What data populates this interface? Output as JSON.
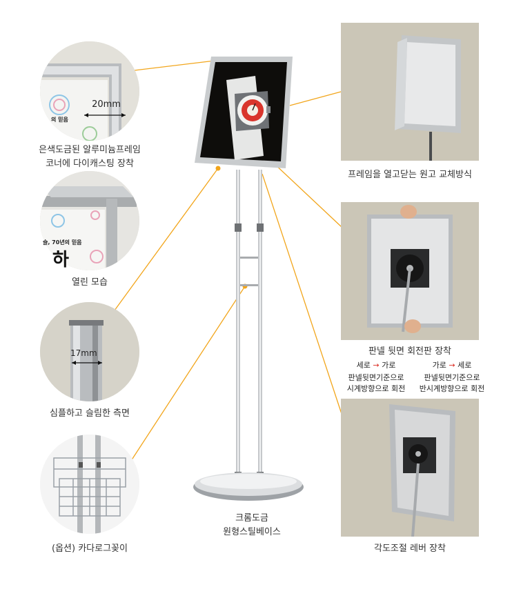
{
  "colors": {
    "leader": "#f2a51a",
    "panel_bg": "#c9c4b5",
    "circle_bg": "#d9d6cc",
    "red_arrow": "#d9261c"
  },
  "left": {
    "corner": {
      "measure": "20mm",
      "inner_text": "의 믿음",
      "caption_line1": "은색도금된 알루미늄프레임",
      "caption_line2": "코너에 다이캐스팅 장착"
    },
    "open": {
      "inner_text": "슬, 70년의 믿음",
      "big_char": "하",
      "caption": "열린 모습"
    },
    "side": {
      "measure": "17mm",
      "caption": "심플하고 슬림한 측면"
    },
    "catalog": {
      "caption": "(옵션) 카다로그꽂이"
    }
  },
  "center": {
    "caption_line1": "크롬도금",
    "caption_line2": "원형스틸베이스"
  },
  "right": {
    "frame_open": {
      "caption": "프레임을 열고닫는 원고 교체방식"
    },
    "rotation": {
      "caption": "판넬 뒷면 회전판 장착",
      "left_dir_from": "세로",
      "left_dir_to": "가로",
      "left_note_line1": "판넬뒷면기준으로",
      "left_note_line2": "시계방향으로 회전",
      "right_dir_from": "가로",
      "right_dir_to": "세로",
      "right_note_line1": "판넬뒷면기준으로",
      "right_note_line2": "반시계방향으로 회전",
      "arrow": "→"
    },
    "angle": {
      "caption": "각도조절 레버 장착"
    }
  }
}
